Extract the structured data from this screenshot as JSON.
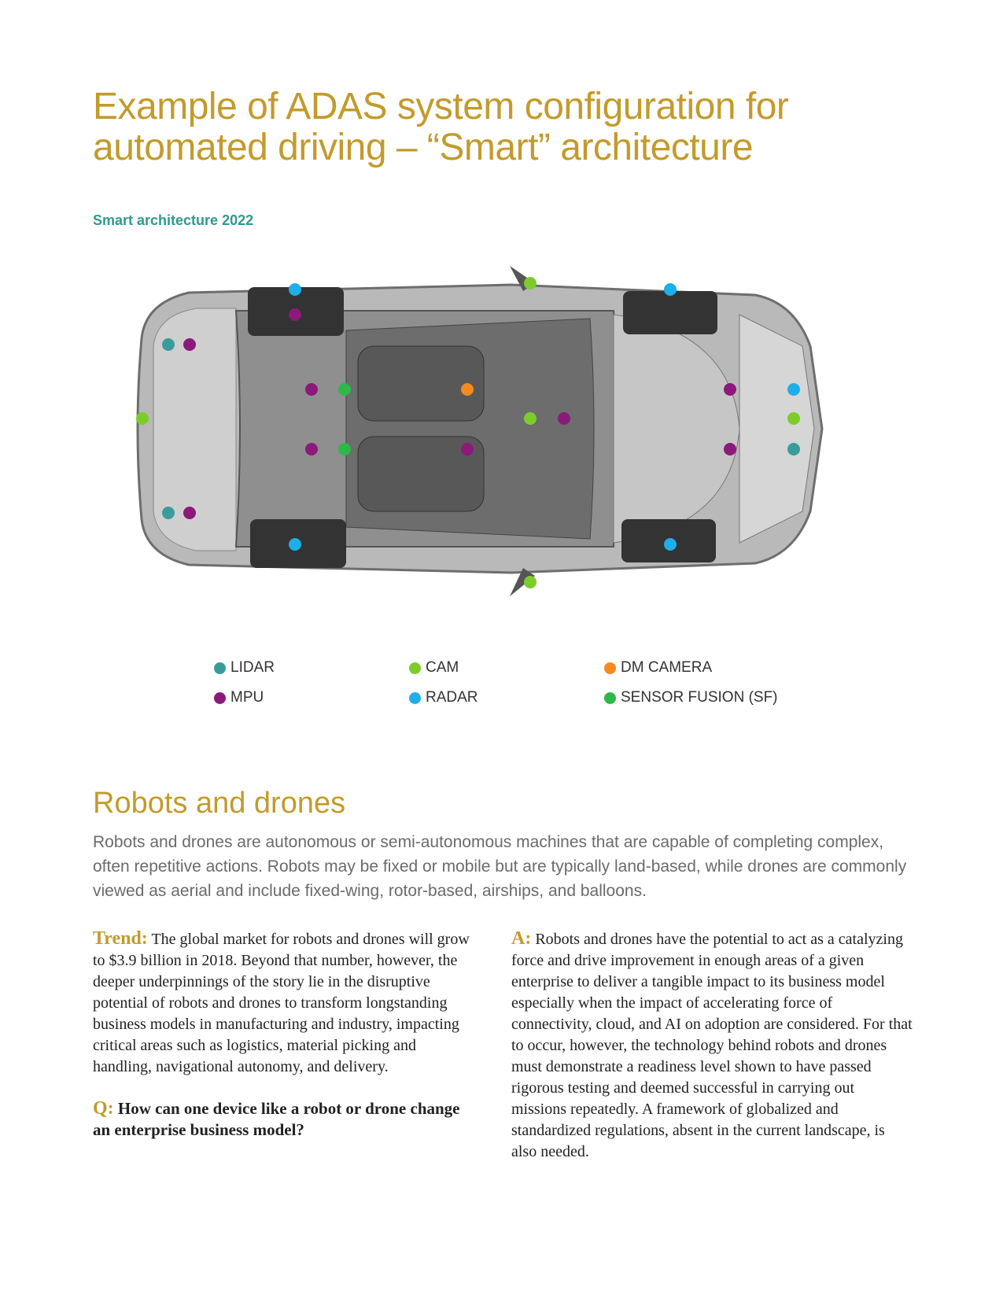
{
  "title": "Example of ADAS system configuration for automated driving – “Smart” architecture",
  "subtitle": "Smart architecture 2022",
  "legend": [
    {
      "label": "LIDAR",
      "color": "#3a9b9b"
    },
    {
      "label": "CAM",
      "color": "#7ccd2b"
    },
    {
      "label": "DM CAMERA",
      "color": "#f58a1e"
    },
    {
      "label": "MPU",
      "color": "#8b1a7a"
    },
    {
      "label": "RADAR",
      "color": "#1eaee8"
    },
    {
      "label": "SENSOR FUSION (SF)",
      "color": "#2eb84a"
    }
  ],
  "section": {
    "heading": "Robots and drones",
    "lead": "Robots and drones are autonomous or semi-autonomous machines that are capable of completing complex, often repetitive actions. Robots may be fixed or mobile but are typically land-based, while drones are commonly viewed as aerial and include fixed-wing, rotor-based, airships, and balloons.",
    "trend_label": "Trend:",
    "trend_text": "The global market for robots and drones will grow to $3.9 billion in 2018. Beyond that number, however, the deeper underpinnings of the story lie in the disruptive potential of robots and drones to transform longstanding business models in manufacturing and industry, impacting critical areas such as logistics, material picking and handling, navigational autonomy, and delivery.",
    "q_label": "Q:",
    "q_text": "How can one device like a robot or drone change an enterprise business model?",
    "a_label": "A:",
    "a_text": "Robots and drones have the potential to act as a catalyzing force and drive improvement in enough areas of a given enterprise to deliver a tangible impact to its business model especially when the impact of accelerating force of connectivity, cloud, and AI on adoption are considered. For that to occur, however, the technology behind robots and drones must demonstrate a readiness level shown to have passed rigorous testing and deemed successful in carrying out missions repeatedly. A framework of globalized and standardized regulations, absent in the current landscape, is also needed."
  }
}
